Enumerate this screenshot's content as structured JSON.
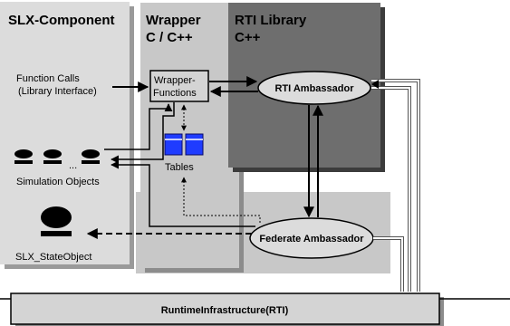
{
  "panels": {
    "slx": {
      "title": "SLX-Component"
    },
    "wrapper": {
      "title_line1": "Wrapper",
      "title_line2": "C / C++"
    },
    "rti_library": {
      "title_line1": "RTI Library",
      "title_line2": "C++"
    }
  },
  "labels": {
    "function_calls_1": "Function Calls",
    "function_calls_2": "(Library Interface)",
    "simulation_objects": "Simulation Objects",
    "ellipsis": "...",
    "state_object": "SLX_StateObject",
    "wrapper_functions_1": "Wrapper-",
    "wrapper_functions_2": "Functions",
    "tables": "Tables",
    "rti_ambassador": "RTI Ambassador",
    "federate_ambassador": "Federate Ambassador",
    "rti_bar": "RuntimeInfrastructure(RTI)"
  },
  "colors": {
    "panel_light": "#dcdcdc",
    "panel_shadow": "#9a9a9a",
    "panel_wrapper": "#c8c8c8",
    "panel_wrapper_shadow": "#8c8c8c",
    "rti_lib": "#6e6e6e",
    "rti_lib_shadow": "#3c3c3c",
    "table_blue": "#1f3cff"
  }
}
